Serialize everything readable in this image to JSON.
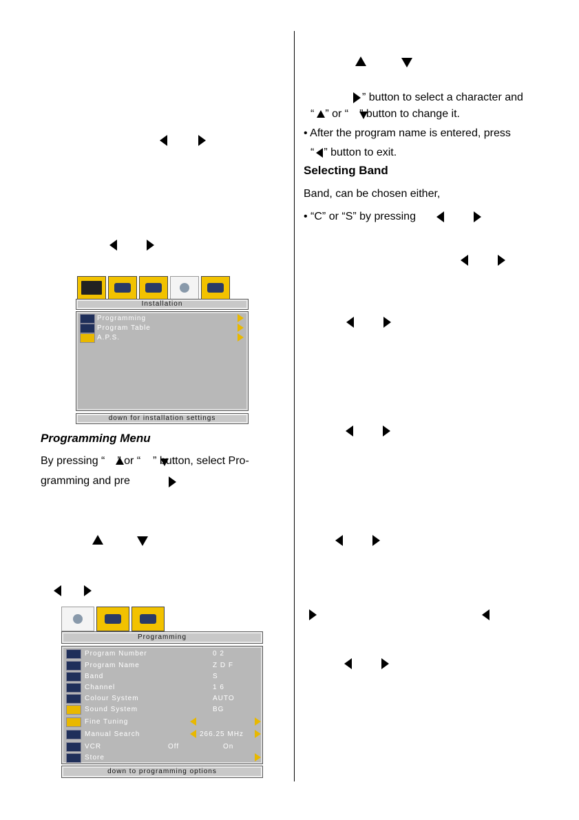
{
  "left": {
    "programming_heading": "Programming Menu",
    "para1_l1": "By pressing “",
    "para1_l1b": "” or “",
    "para1_l1c": "” button, select Pro-",
    "para1_l2": "gramming and pre"
  },
  "right": {
    "line_a": "” button to select a character and",
    "line_b1": "“",
    "line_b2": "” or “",
    "line_b3": "” button to change it.",
    "bullet1": "• After the program name is entered, press",
    "line_c1": "“",
    "line_c2": "” button to exit.",
    "band_heading": "Selecting Band",
    "band_text": "Band, can be chosen either,",
    "bullet2": "• “C” or “S” by pressing"
  },
  "installation_menu": {
    "title": "Installation",
    "items": [
      "Programming",
      "Program Table",
      "A.P.S."
    ],
    "footer": "down for installation settings"
  },
  "programming_menu": {
    "title": "Programming",
    "rows": [
      {
        "label": "Program Number",
        "value": "0 2"
      },
      {
        "label": "Program Name",
        "value": "Z D F"
      },
      {
        "label": "Band",
        "value": "S"
      },
      {
        "label": "Channel",
        "value": "1 6"
      },
      {
        "label": "Colour System",
        "value": "AUTO"
      },
      {
        "label": "Sound System",
        "value": "BG"
      },
      {
        "label": "Fine Tuning",
        "value": ""
      },
      {
        "label": "Manual Search",
        "value": "266.25  MHz"
      },
      {
        "label": "VCR",
        "value": ""
      },
      {
        "label": "Store",
        "value": ""
      }
    ],
    "vcr_off": "Off",
    "vcr_on": "On",
    "footer": "down to programming options"
  },
  "colors": {
    "menu_grey": "#b8b8b8",
    "tab_yellow": "#f2c200",
    "icon_navy": "#1f2f5a"
  }
}
